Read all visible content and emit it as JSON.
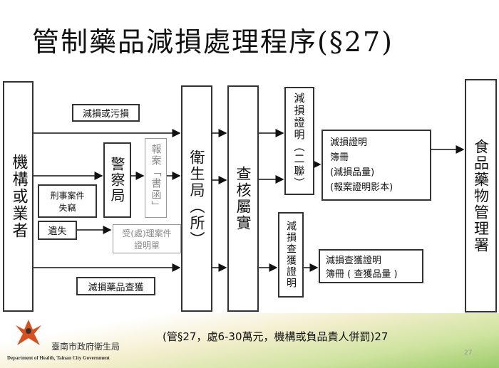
{
  "title": "管制藥品減損處理程序(§27)",
  "nodes": {
    "org": "機構或業者",
    "damage": "減損或污損",
    "police": "警察局",
    "report": "報案「書函」",
    "criminal": "刑事案件\n失竊",
    "lost": "遺失",
    "case_cert": "受(處)理案件\n證明單",
    "seized": "減損藥品查獲",
    "health": "衛生局（所）",
    "verify": "查核屬實",
    "loss_cert": "減損證明（二聯）",
    "seize_cert": "減損查獲證明",
    "loss_book": [
      "減損證明",
      "簿冊",
      "(減損品量)",
      "(報案證明影本)"
    ],
    "seize_book": "減損查獲證明\n簿冊 ( 查獲品量 )",
    "fda": "食品藥物管理署"
  },
  "footer": {
    "note": "(管§27，處6-30萬元，機構或負品責人併罰)27",
    "org_cn": "臺南市政府衛生局",
    "org_en": "Department of Health, Tainan City Government",
    "page": "27"
  }
}
